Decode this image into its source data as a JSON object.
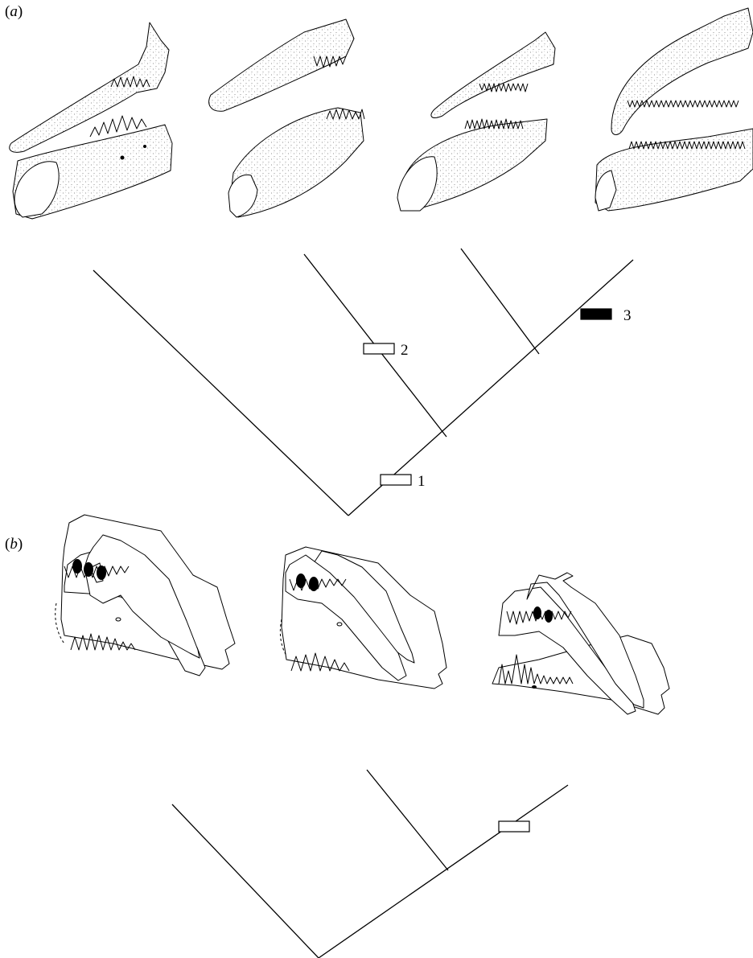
{
  "panel_a": {
    "label_open": "(",
    "label_letter": "a",
    "label_close": ")",
    "character_markers": [
      {
        "label": "1",
        "fill": "#ffffff"
      },
      {
        "label": "2",
        "fill": "#ffffff"
      },
      {
        "label": "3",
        "fill": "#000000"
      }
    ]
  },
  "panel_b": {
    "label_open": "(",
    "label_letter": "b",
    "label_close": ")"
  },
  "colors": {
    "line": "#000000",
    "background": "#ffffff",
    "stipple": "#6e6e6e",
    "marker_open": "#ffffff",
    "marker_filled": "#000000"
  }
}
